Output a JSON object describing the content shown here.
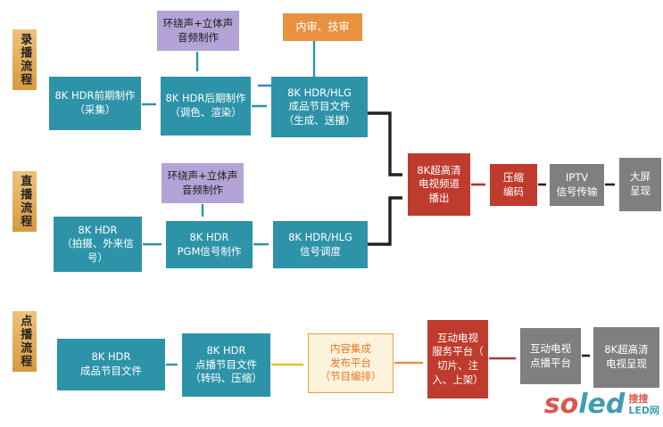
{
  "rows": {
    "recording": {
      "label": "录播流程"
    },
    "live": {
      "label": "直播流程"
    },
    "vod": {
      "label": "点播流程"
    }
  },
  "nodes": {
    "rec_audio": {
      "label": "环绕声+立体声\n音频制作"
    },
    "review": {
      "label": "内审、技审"
    },
    "rec_pre": {
      "label": "8K HDR前期制作\n（采集）"
    },
    "rec_post": {
      "label": "8K HDR后期制作\n（调色、渲染）"
    },
    "rec_file": {
      "label": "8K HDR/HLG\n成品节目文件\n（生成、送播）"
    },
    "live_audio": {
      "label": "环绕声+立体声\n音频制作"
    },
    "live_source": {
      "label": "8K HDR\n（拍摄、外来信\n号）"
    },
    "live_pgm": {
      "label": "8K HDR\nPGM信号制作"
    },
    "live_sched": {
      "label": "8K HDR/HLG\n信号调度"
    },
    "channel_out": {
      "label": "8K超高清\n电视频道\n播出"
    },
    "encode": {
      "label": "压缩\n编码"
    },
    "iptv": {
      "label": "IPTV\n信号传输"
    },
    "bigscreen": {
      "label": "大屏\n呈现"
    },
    "vod_file": {
      "label": "8K HDR\n成品节目文件"
    },
    "vod_convert": {
      "label": "8K HDR\n点播节目文件\n（转码、压缩）"
    },
    "cms": {
      "label": "内容集成\n发布平台\n（节目编排）"
    },
    "itv_service": {
      "label": "互动电视\n服务平台（\n切片、注\n入、上架）"
    },
    "itv_vod": {
      "label": "互动电视\n点播平台"
    },
    "vod_present": {
      "label": "8K超高清\n电视呈现"
    }
  },
  "edges": [
    {
      "from": "rec_audio",
      "to": "rec_post"
    },
    {
      "from": "review",
      "to": "rec_post"
    },
    {
      "from": "rec_pre",
      "to": "rec_post"
    },
    {
      "from": "rec_post",
      "to": "rec_file"
    },
    {
      "from": "live_audio",
      "to": "live_pgm"
    },
    {
      "from": "live_source",
      "to": "live_pgm"
    },
    {
      "from": "live_pgm",
      "to": "live_sched"
    },
    {
      "from": "rec_file",
      "to": "channel_out"
    },
    {
      "from": "live_sched",
      "to": "channel_out"
    },
    {
      "from": "channel_out",
      "to": "encode"
    },
    {
      "from": "encode",
      "to": "iptv"
    },
    {
      "from": "iptv",
      "to": "bigscreen"
    },
    {
      "from": "vod_file",
      "to": "vod_convert"
    },
    {
      "from": "vod_convert",
      "to": "cms"
    },
    {
      "from": "cms",
      "to": "itv_service"
    },
    {
      "from": "itv_service",
      "to": "itv_vod"
    },
    {
      "from": "itv_vod",
      "to": "vod_present"
    }
  ],
  "colors": {
    "teal": "#2d93a8",
    "purple": "#b3a3d6",
    "orange": "#e8923f",
    "red": "#bf3b2d",
    "gray": "#7f7f7f",
    "row_label": "#dda04a",
    "cms_border": "#e2a23c",
    "cms_text": "#e2782a"
  },
  "watermark": {
    "part1": "so",
    "part2": "led",
    "tag1": "搜搜",
    "tag2": "LED网"
  }
}
